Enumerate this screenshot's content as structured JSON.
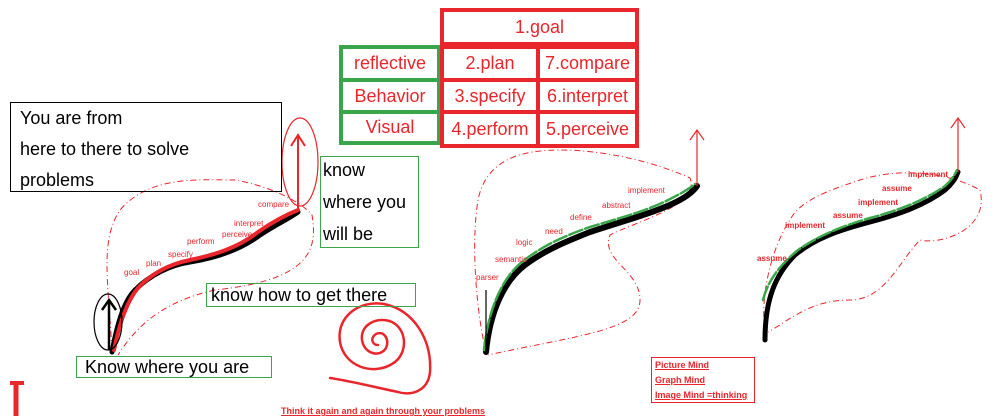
{
  "table": {
    "goal": "1.goal",
    "left": [
      "reflective",
      "Behavior",
      "Visual"
    ],
    "middle": [
      "2.plan",
      "3.specify",
      "4.perform"
    ],
    "right": [
      "7.compare",
      "6.interpret",
      "5.perceive"
    ]
  },
  "intro": {
    "lines": [
      "You are from",
      "here to there to solve",
      "problems"
    ]
  },
  "know_where_you_will_be": [
    "know",
    "where you",
    "will be"
  ],
  "know_how_to_get_there": "know how to get there",
  "know_where_you_are": "Know where you are",
  "curve1_labels": [
    "goal",
    "plan",
    "perform",
    "specify",
    "perceive",
    "interpret",
    "compare"
  ],
  "curve2_labels": [
    "parser",
    "semantic",
    "logic",
    "need",
    "define",
    "abstract",
    "implement"
  ],
  "curve3_labels": [
    "assume",
    "implement",
    "assume",
    "implement",
    "assume",
    "implement"
  ],
  "bottom_caption": "Think it again and again through your problems",
  "legend": [
    "Picture Mind",
    "Graph Mind",
    "Image Mind =thinking"
  ],
  "colors": {
    "red": "#e8262c",
    "green": "#3aa64a",
    "black": "#000000"
  }
}
